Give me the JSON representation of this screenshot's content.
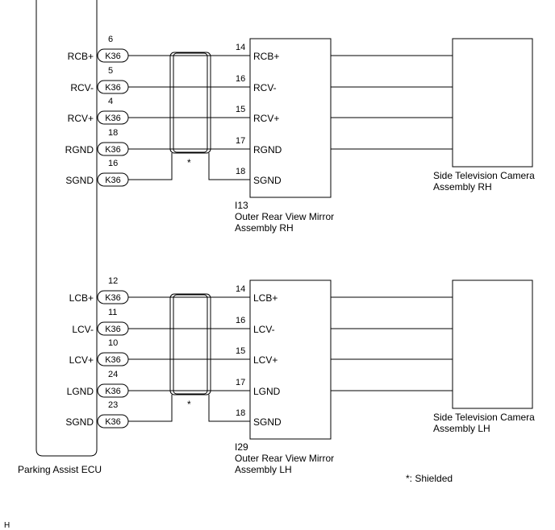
{
  "ecu": {
    "name": "Parking Assist ECU",
    "connector": "K36"
  },
  "groups": [
    {
      "ecu_pins": [
        {
          "signal": "RCB+",
          "pin": "6"
        },
        {
          "signal": "RCV-",
          "pin": "5"
        },
        {
          "signal": "RCV+",
          "pin": "4"
        },
        {
          "signal": "RGND",
          "pin": "18"
        },
        {
          "signal": "SGND",
          "pin": "16"
        }
      ],
      "mirror": {
        "connector_id": "I13",
        "name_line1": "Outer Rear View Mirror",
        "name_line2": "Assembly RH",
        "pins": [
          {
            "signal": "RCB+",
            "pin": "14"
          },
          {
            "signal": "RCV-",
            "pin": "16"
          },
          {
            "signal": "RCV+",
            "pin": "15"
          },
          {
            "signal": "RGND",
            "pin": "17"
          },
          {
            "signal": "SGND",
            "pin": "18"
          }
        ]
      },
      "camera": {
        "name_line1": "Side Television Camera",
        "name_line2": "Assembly RH"
      },
      "shield_mark": "*"
    },
    {
      "ecu_pins": [
        {
          "signal": "LCB+",
          "pin": "12"
        },
        {
          "signal": "LCV-",
          "pin": "11"
        },
        {
          "signal": "LCV+",
          "pin": "10"
        },
        {
          "signal": "LGND",
          "pin": "24"
        },
        {
          "signal": "SGND",
          "pin": "23"
        }
      ],
      "mirror": {
        "connector_id": "I29",
        "name_line1": "Outer Rear View Mirror",
        "name_line2": "Assembly LH",
        "pins": [
          {
            "signal": "LCB+",
            "pin": "14"
          },
          {
            "signal": "LCV-",
            "pin": "16"
          },
          {
            "signal": "LCV+",
            "pin": "15"
          },
          {
            "signal": "LGND",
            "pin": "17"
          },
          {
            "signal": "SGND",
            "pin": "18"
          }
        ]
      },
      "camera": {
        "name_line1": "Side Television Camera",
        "name_line2": "Assembly LH"
      },
      "shield_mark": "*"
    }
  ],
  "legend": "*: Shielded",
  "corner_mark": "H"
}
